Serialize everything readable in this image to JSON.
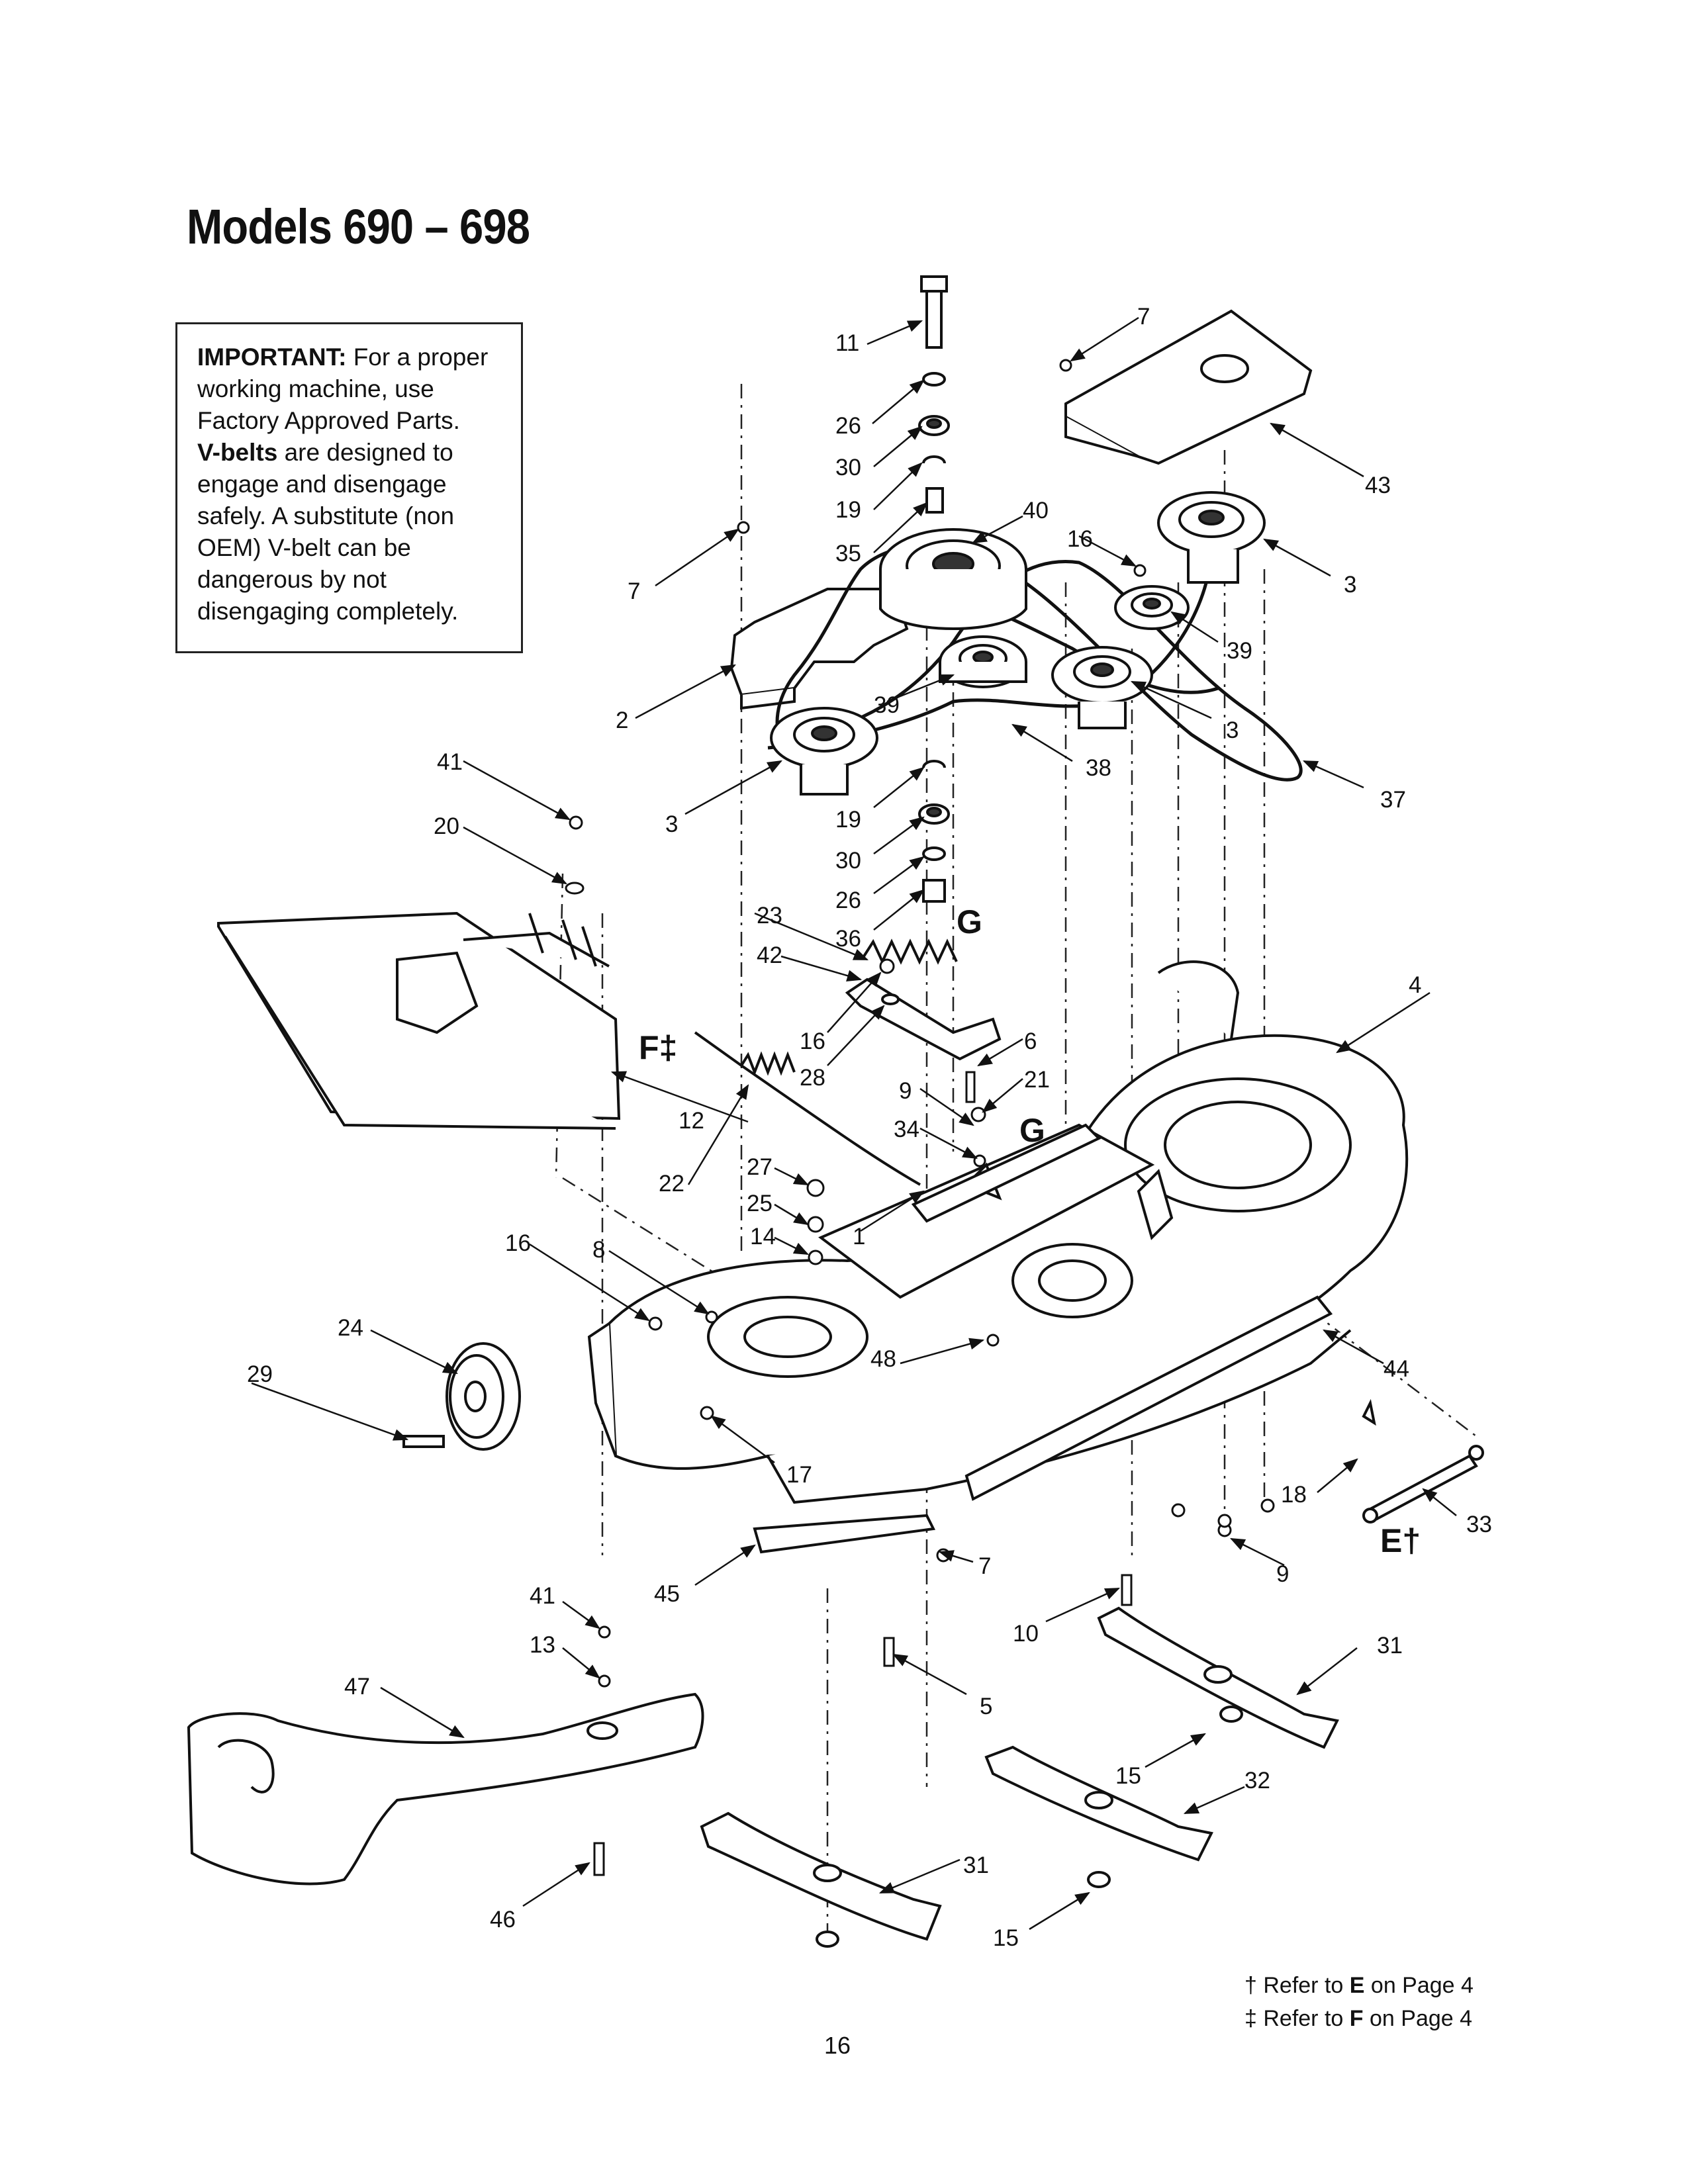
{
  "title": "Models 690 – 698",
  "notice": {
    "heading": "IMPORTANT:",
    "line1": "For a proper working machine, use Factory Approved Parts.",
    "heading2": "V-belts",
    "line2": "are designed to engage and disengage safely. A substitute (non OEM) V-belt can be dangerous by not disengaging completely."
  },
  "reference_letters": {
    "G1": "G",
    "G2": "G",
    "F": "F‡",
    "E": "E†"
  },
  "callouts": [
    "1",
    "2",
    "3",
    "4",
    "5",
    "6",
    "7",
    "8",
    "9",
    "10",
    "11",
    "12",
    "13",
    "14",
    "15",
    "16",
    "17",
    "18",
    "19",
    "20",
    "21",
    "22",
    "23",
    "24",
    "25",
    "26",
    "27",
    "28",
    "29",
    "30",
    "31",
    "32",
    "33",
    "34",
    "35",
    "36",
    "37",
    "38",
    "39",
    "40",
    "41",
    "42",
    "43",
    "44",
    "45",
    "46",
    "47",
    "48"
  ],
  "footnotes": {
    "dagger_prefix": "† Refer to",
    "dagger_letter": "E",
    "dagger_suffix": "on Page",
    "dagger_page": "4",
    "ddagger_prefix": "‡ Refer to",
    "ddagger_letter": "F",
    "ddagger_suffix": "on Page",
    "ddagger_page": "4"
  },
  "page_number": "16"
}
